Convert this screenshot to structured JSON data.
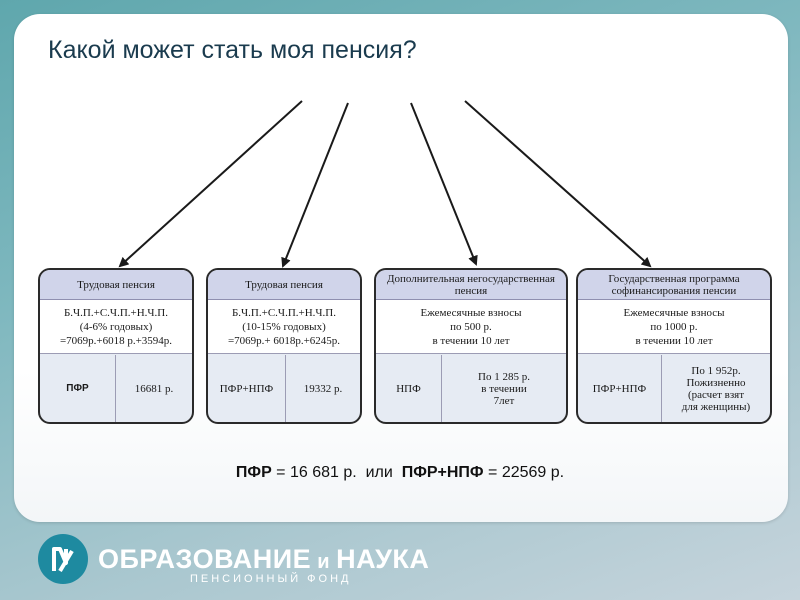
{
  "title": "Какой может стать моя пенсия?",
  "cards": [
    {
      "header": "Трудовая пенсия",
      "body": [
        "Б.Ч.П.+С.Ч.П.+Н.Ч.П.",
        "(4-6% годовых)",
        "=7069р.+6018 р.+3594р."
      ],
      "left": "ПФР",
      "right": "16681 р."
    },
    {
      "header": "Трудовая пенсия",
      "body": [
        "Б.Ч.П.+С.Ч.П.+Н.Ч.П.",
        "(10-15% годовых)",
        "=7069р.+ 6018р.+6245р."
      ],
      "left": "ПФР+НПФ",
      "right": "19332 р."
    },
    {
      "header": "Дополнительная негосударственная пенсия",
      "body": [
        "Ежемесячные взносы",
        "по 500 р.",
        "в течении 10 лет"
      ],
      "left": "НПФ",
      "right": [
        "По 1 285 р.",
        "в течении",
        "7лет"
      ]
    },
    {
      "header": "Государственная программа софинансирования пенсии",
      "body": [
        "Ежемесячные взносы",
        "по 1000 р.",
        "в течении 10 лет"
      ],
      "left": "ПФР+НПФ",
      "right": [
        "По 1 952р.",
        "Пожизненно",
        "(расчет взят",
        "для женщины)"
      ]
    }
  ],
  "summary": {
    "a_label": "ПФР",
    "a_value": " = 16 681 р.  или  ",
    "b_label": "ПФР+НПФ",
    "b_value": " = 22569 р."
  },
  "logo": {
    "main": "ОБРАЗОВАНИЕ",
    "conj": " и ",
    "main2": "НАУКА",
    "sub": "ПЕНСИОННЫЙ ФОНД"
  },
  "colors": {
    "card_header": "#d0d4ea",
    "card_bg": "#e6ebf3",
    "logo": "#1e8aa0"
  }
}
